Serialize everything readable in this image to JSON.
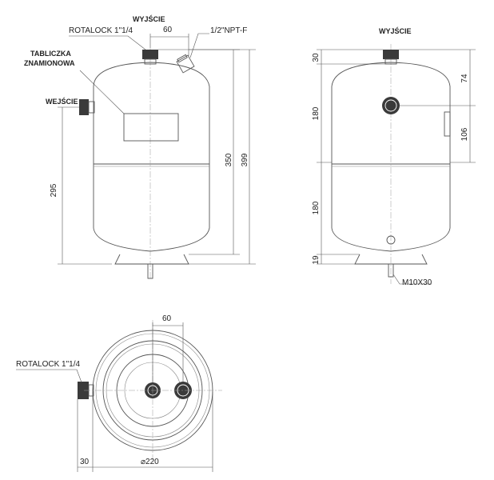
{
  "front_view": {
    "label_rotalock_top": "ROTALOCK 1\"1/4",
    "label_outlet_top": "WYJŚCIE",
    "label_npt": "1/2\"NPT-F",
    "label_nameplate_1": "TABLICZKA",
    "label_nameplate_2": "ZNAMIONOWA",
    "label_inlet": "WEJŚCIE",
    "dim_60": "60",
    "dim_295": "295",
    "dim_350": "350",
    "dim_399": "399"
  },
  "side_view": {
    "label_outlet": "WYJŚCIE",
    "dim_30": "30",
    "dim_74": "74",
    "dim_180_top": "180",
    "dim_106": "106",
    "dim_180_bottom": "180",
    "dim_19": "19",
    "label_bolt": "M10X30"
  },
  "top_view": {
    "label_rotalock": "ROTALOCK 1\"1/4",
    "dim_60": "60",
    "dim_30": "30",
    "dim_220": "⌀220"
  }
}
